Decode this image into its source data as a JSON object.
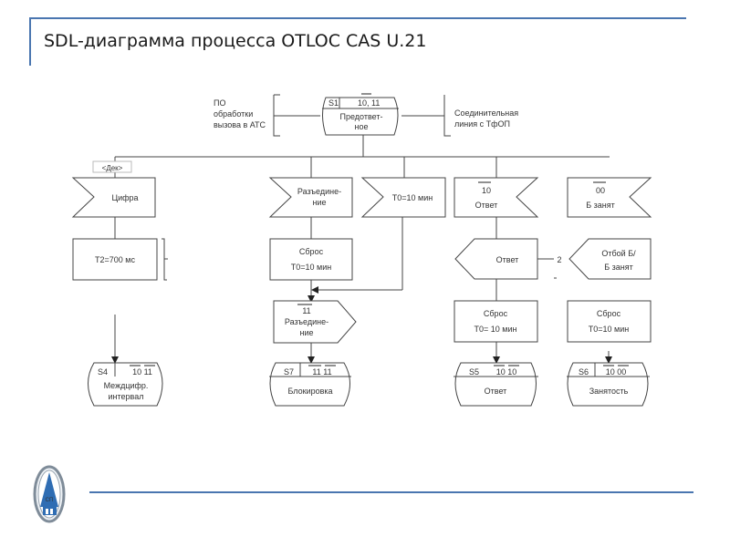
{
  "slide": {
    "title": "SDL-диаграмма процесса OTLOC CAS U.21",
    "accent_color": "#4a76b0"
  },
  "diagram": {
    "top_state": {
      "id": "S1",
      "signals": "10, 11",
      "name_line1": "Предответ-",
      "name_line2": "ное"
    },
    "left_env": {
      "line1": "ПО",
      "line2": "обработки",
      "line3": "вызова в АТС"
    },
    "right_env": {
      "line1": "Соединительная",
      "line2": "линия с ТфОП"
    },
    "dec_label": "<Дек>",
    "inputs": {
      "digit": "Цифра",
      "disconnect_line1": "Разъедине-",
      "disconnect_line2": "ние",
      "timer": "T0=10 мин",
      "answer_code": "10",
      "answer_label": "Ответ",
      "busy_code": "00",
      "busy_label": "Б занят"
    },
    "tasks": {
      "t2": "T2=700 мс",
      "reset1_line1": "Сброс",
      "reset1_line2": "T0=10 мин",
      "reset2_line1": "Сброс",
      "reset2_line2": "T0= 10 мин",
      "reset3_line1": "Сброс",
      "reset3_line2": "T0=10 мин"
    },
    "outputs": {
      "disconnect_code": "11",
      "disconnect_line1": "Разъедине-",
      "disconnect_line2": "ние",
      "answer": "Ответ",
      "hangup_line1": "Отбой Б/",
      "hangup_line2": "Б занят"
    },
    "connector_label": "2",
    "end_states": [
      {
        "id": "S4",
        "signals": "10 11",
        "name_line1": "Междцифр.",
        "name_line2": "интервал"
      },
      {
        "id": "S7",
        "signals": "11 11",
        "name_line1": "Блокировка",
        "name_line2": ""
      },
      {
        "id": "S5",
        "signals": "10 10",
        "name_line1": "Ответ",
        "name_line2": ""
      },
      {
        "id": "S6",
        "signals": "10 00",
        "name_line1": "Занятость",
        "name_line2": ""
      }
    ]
  },
  "footer": {
    "logo": "university-logo"
  }
}
